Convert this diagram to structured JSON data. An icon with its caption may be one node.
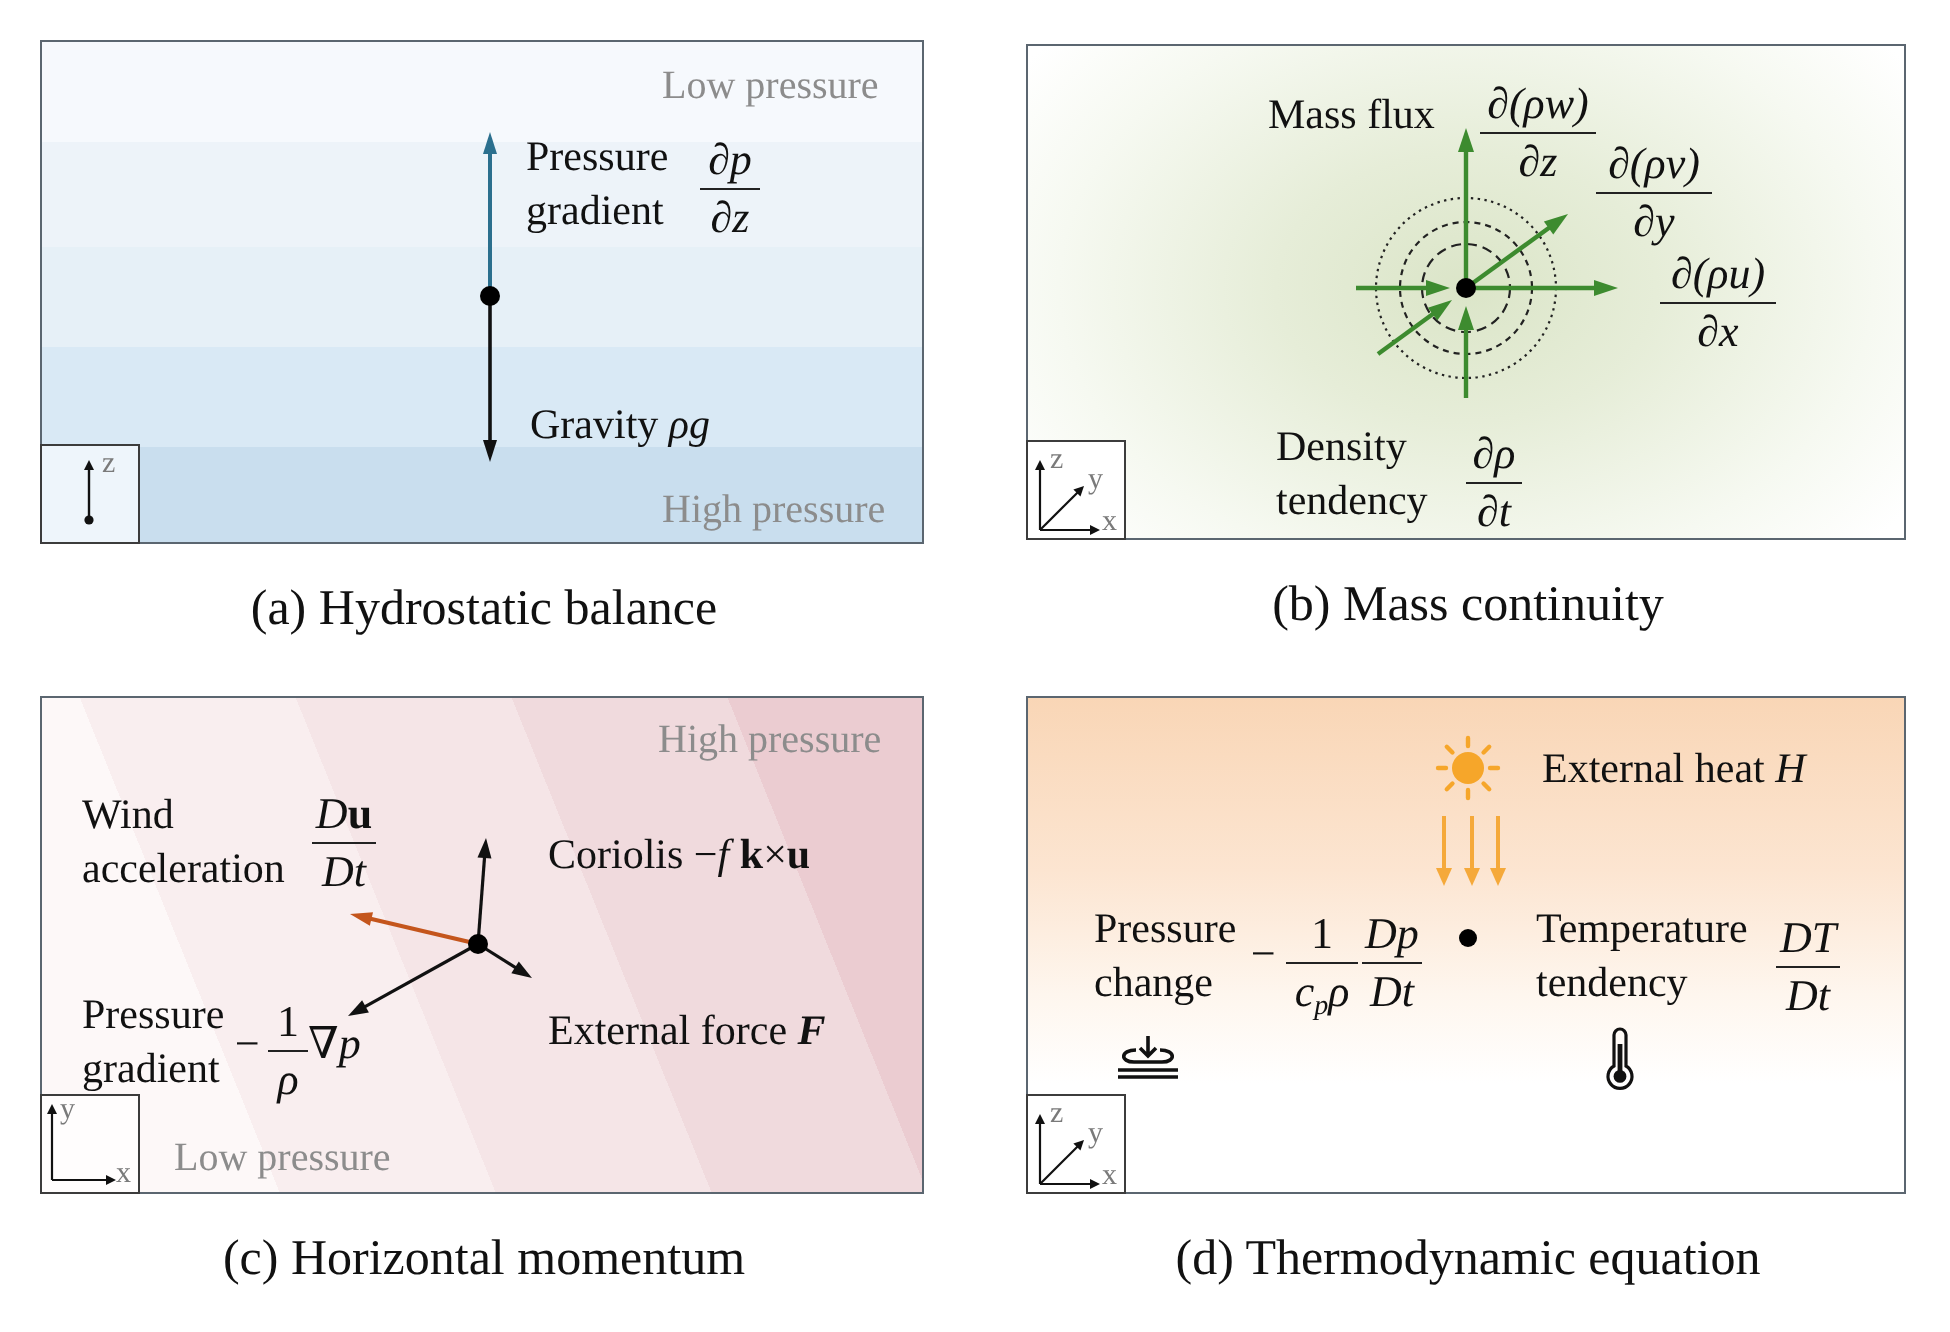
{
  "diagram": {
    "nodes": [
      {
        "text": [
          "Low pressure",
          "Pressure gradient",
          "∂p",
          "∂z",
          "Gravity *ρg*",
          "High pressure"
        ],
        "beside": [
          "(a) Hydrostatic balance"
        ]
      },
      {
        "text": [
          "z"
        ],
        "in": 0
      },
      {
        "text": [
          "Mass flux",
          "∂(ρw)",
          "∂z",
          "∂(ρv)",
          "∂y",
          "∂(ρu)",
          "∂x",
          "Density tendency",
          "∂ρ",
          "∂t"
        ],
        "beside": [
          "(b) Mass continuity"
        ]
      },
      {
        "text": [
          "z",
          "y",
          "x"
        ],
        "in": 2
      },
      {
        "text": [
          "High pressure",
          "Wind acceleration",
          "D**u**",
          "Dt",
          "Coriolis −*f* **k**×**u**",
          "Pressure gradient",
          "−",
          "1",
          "ρ",
          "∇p",
          "External force **F**",
          "Low pressure"
        ],
        "beside": [
          "(c) Horizontal momentum"
        ]
      },
      {
        "text": [
          "y",
          "x"
        ],
        "in": 4
      },
      {
        "text": [
          "External heat *H*",
          "Pressure change",
          "−",
          "1",
          "c$_{p}$ρ",
          "Dp",
          "Dt",
          "Temperature tendency",
          "DT",
          "Dt"
        ],
        "beside": [
          "(d) Thermodynamic equation"
        ]
      },
      {
        "text": [
          "z",
          "y",
          "x"
        ],
        "in": 6
      }
    ]
  }
}
